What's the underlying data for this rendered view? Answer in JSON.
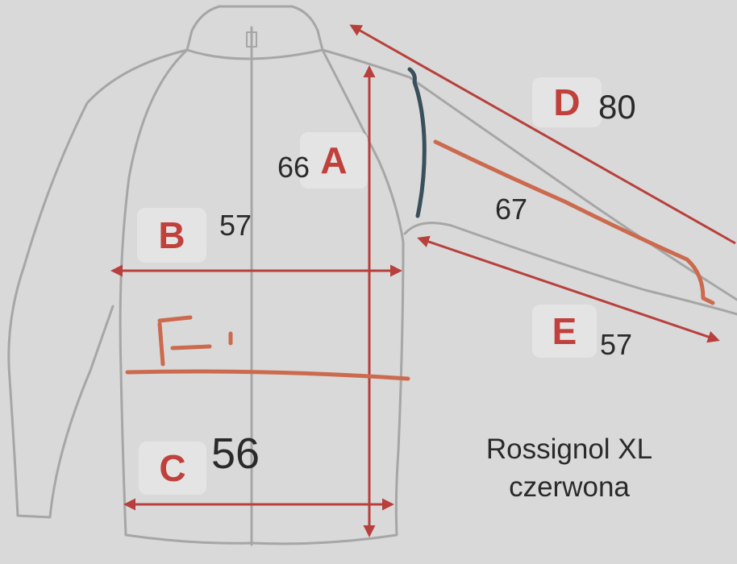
{
  "labels": {
    "A": "A",
    "B": "B",
    "C": "C",
    "D": "D",
    "E": "E"
  },
  "measurements": {
    "A": "66",
    "B": "57",
    "C": "56",
    "D": "80",
    "D_alt": "67",
    "E": "57"
  },
  "caption": {
    "line1": "Rossignol XL",
    "line2": "czerwona"
  },
  "colors": {
    "background": "#d9d9d9",
    "garment_outline": "#a6a6a6",
    "arrow_red": "#b8403c",
    "handwriting_orange": "#cc6a4e",
    "handwriting_dark": "#3a4f5c"
  }
}
